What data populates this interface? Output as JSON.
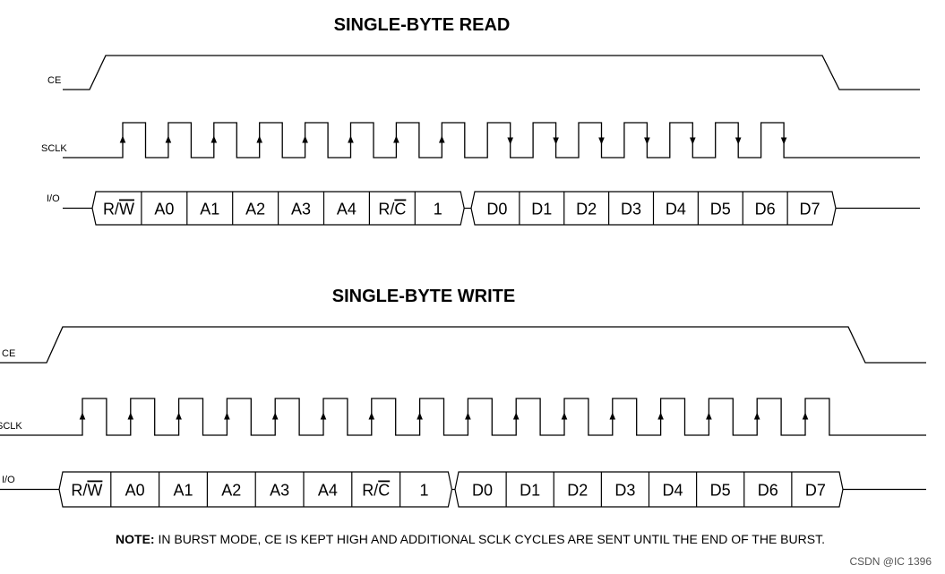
{
  "read": {
    "title": "SINGLE-BYTE READ",
    "ce_label": "CE",
    "sclk_label": "SCLK",
    "io_label": "I/O",
    "address_cells": [
      "R/W",
      "A0",
      "A1",
      "A2",
      "A3",
      "A4",
      "R/C",
      "1"
    ],
    "data_cells": [
      "D0",
      "D1",
      "D2",
      "D3",
      "D4",
      "D5",
      "D6",
      "D7"
    ]
  },
  "write": {
    "title": "SINGLE-BYTE WRITE",
    "ce_label": "CE",
    "sclk_label": "SCLK",
    "io_label": "I/O",
    "address_cells": [
      "R/W",
      "A0",
      "A1",
      "A2",
      "A3",
      "A4",
      "R/C",
      "1"
    ],
    "data_cells": [
      "D0",
      "D1",
      "D2",
      "D3",
      "D4",
      "D5",
      "D6",
      "D7"
    ]
  },
  "note": {
    "prefix": "NOTE:",
    "text": " IN BURST MODE, CE IS KEPT HIGH AND ADDITIONAL SCLK CYCLES ARE SENT UNTIL THE END OF THE BURST."
  },
  "watermark": "CSDN @IC 1396"
}
